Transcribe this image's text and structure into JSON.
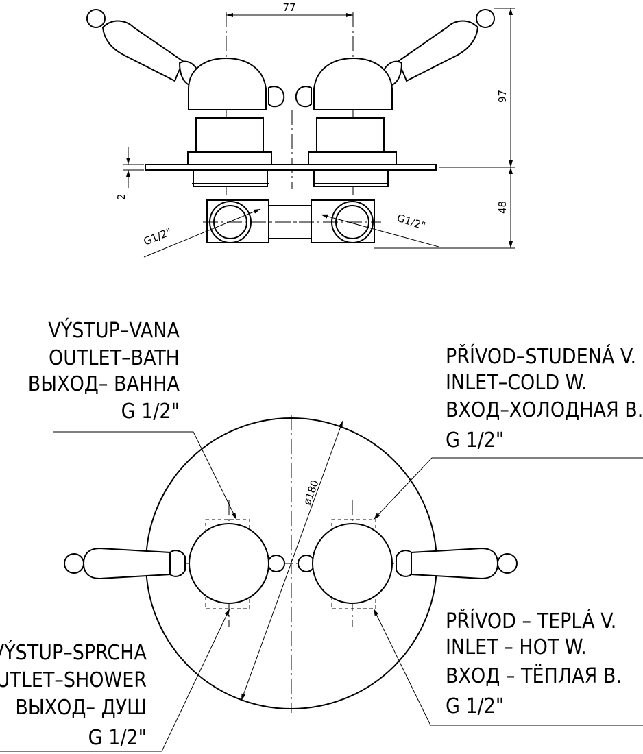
{
  "dimensions": {
    "spacing": "77",
    "height_top": "97",
    "height_bottom": "48",
    "plate_thickness": "2",
    "diameter": "ø180"
  },
  "threads": {
    "left": "G1/2\"",
    "right": "G1/2\""
  },
  "labels": {
    "outlet_bath": {
      "cz": "VÝSTUP–VANA",
      "en": "OUTLET–BATH",
      "ru": "ВЫХОД– ВАННА",
      "thread": "G 1/2\""
    },
    "inlet_cold": {
      "cz": "PŘÍVOD–STUDENÁ V.",
      "en": "INLET–COLD W.",
      "ru": "ВХОД–ХОЛОДНАЯ В.",
      "thread": "G 1/2\""
    },
    "outlet_shower": {
      "cz": "VÝSTUP–SPRCHA",
      "en": "OUTLET–SHOWER",
      "ru": "ВЫХОД– ДУШ",
      "thread": "G 1/2\""
    },
    "inlet_hot": {
      "cz": "PŘÍVOD – TEPLÁ V.",
      "en": "INLET – HOT W.",
      "ru": "ВХОД – ТЁПЛАЯ В.",
      "thread": "G 1/2\""
    }
  }
}
